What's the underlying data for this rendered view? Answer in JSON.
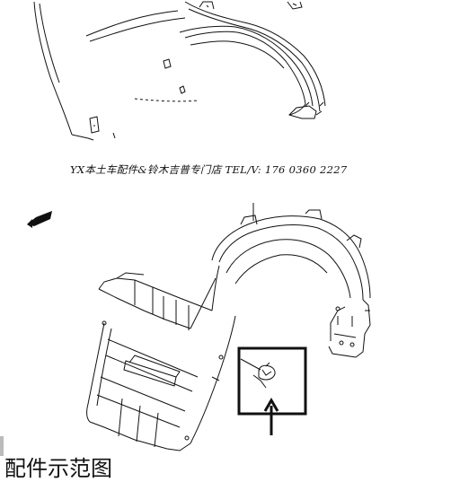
{
  "caption": "YX本土车配件&铃木吉普专门店 TEL/V: 176 0360 2227",
  "fwd_label": "FWD",
  "footer_label": "配件示范图"
}
